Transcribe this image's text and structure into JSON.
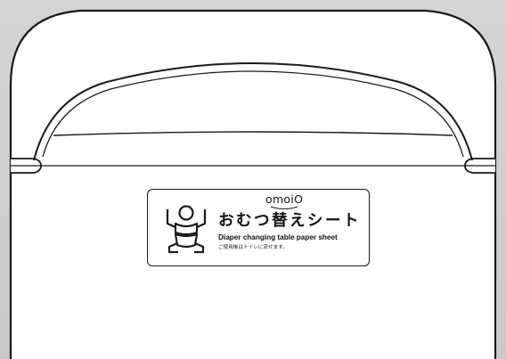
{
  "label": {
    "brand": "omoiO",
    "title_jp": "おむつ替えシート",
    "title_en": "Diaper changing table paper sheet",
    "note_jp": "ご使用後はトイレに流せます。"
  },
  "colors": {
    "background": "#cfcfcf",
    "body_fill": "#ffffff",
    "outline": "#1a1a1a"
  },
  "icons": {
    "label_icon": "baby-diaper-icon",
    "brand_mark": "smile-underline-icon"
  }
}
